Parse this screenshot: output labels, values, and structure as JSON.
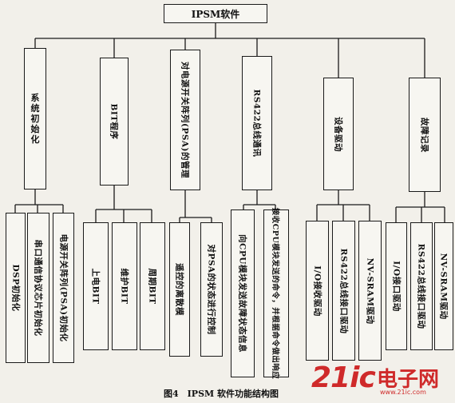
{
  "root": {
    "label": "IPSM软件"
  },
  "categories": [
    {
      "label": "系统初始化",
      "stack": true,
      "children": [
        "DSP初始化",
        "串口通信协议芯片初始化",
        "电源开关阵列(PSA)初始化"
      ]
    },
    {
      "label": "BIT程序",
      "stack": false,
      "children": [
        "上电BIT",
        "维护BIT",
        "周期BIT"
      ]
    },
    {
      "label": "对电源开关阵列(PSA)的管理",
      "stack": false,
      "children": [
        "遥控的离散模",
        "对PSA的状态进行控制"
      ]
    },
    {
      "label": "RS422总线通讯",
      "stack": false,
      "children": [
        "向CPU模块发送故障状态信息",
        "接收CPU模块发送的命令，并根据命令做出响应"
      ]
    },
    {
      "label": "设备驱动",
      "stack": false,
      "children": [
        "I/O接收驱动",
        "RS422总线接口驱动",
        "NV-SRAM驱动"
      ]
    },
    {
      "label": "故障记录",
      "stack": false,
      "children": [
        "I/O接口驱动",
        "RS422总线接口驱动",
        "NV-SRAM驱动"
      ]
    }
  ],
  "caption": "图4　IPSM 软件功能结构图",
  "watermark": {
    "main": "21ic",
    "cn": "电子网",
    "url": "www.21ic.com"
  }
}
